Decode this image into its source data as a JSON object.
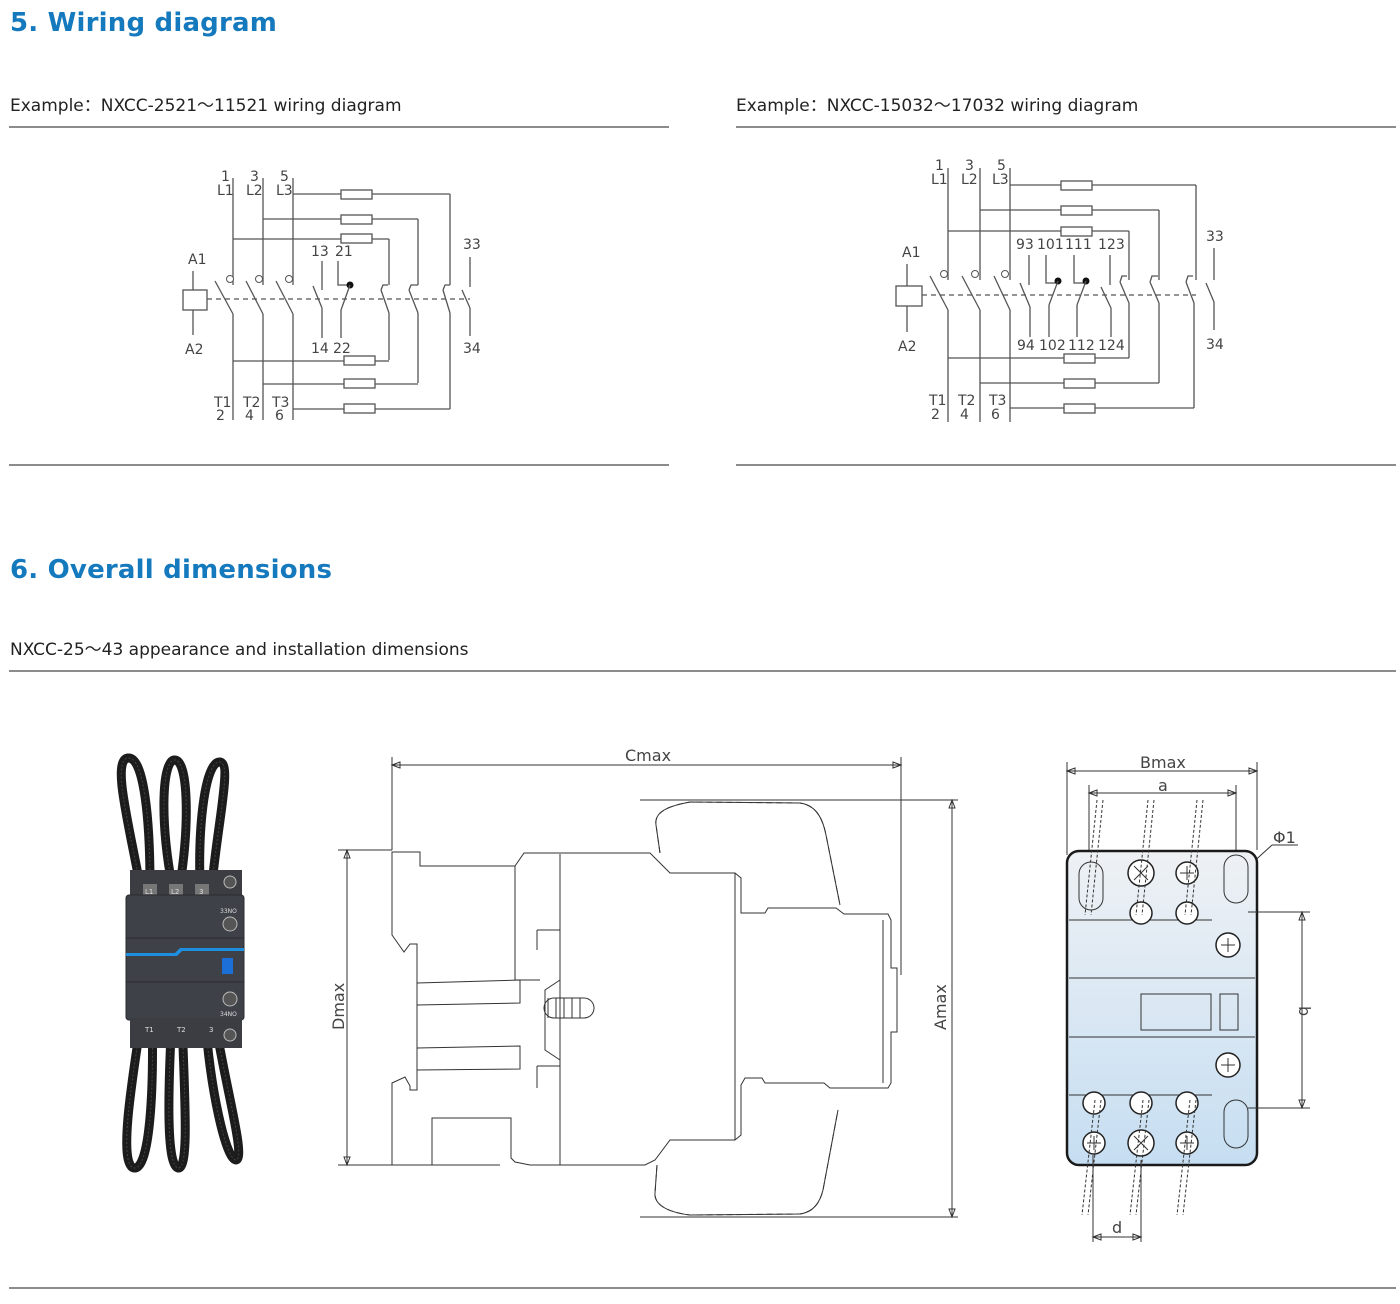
{
  "sections": [
    {
      "title": "5. Wiring diagram",
      "examples": [
        {
          "caption": "Example：NXCC-2521～11521 wiring diagram",
          "diagram": {
            "coil_top": "A1",
            "coil_bottom": "A2",
            "line_terminals": [
              {
                "num": "1",
                "label": "L1"
              },
              {
                "num": "3",
                "label": "L2"
              },
              {
                "num": "5",
                "label": "L3"
              }
            ],
            "load_terminals": [
              {
                "num": "2",
                "label": "T1"
              },
              {
                "num": "4",
                "label": "T2"
              },
              {
                "num": "6",
                "label": "T3"
              }
            ],
            "aux_top": [
              "13",
              "21"
            ],
            "aux_bottom": [
              "14",
              "22"
            ],
            "aux_right_top": "33",
            "aux_right_bottom": "34"
          }
        },
        {
          "caption": "Example：NXCC-15032～17032 wiring diagram",
          "diagram": {
            "coil_top": "A1",
            "coil_bottom": "A2",
            "line_terminals": [
              {
                "num": "1",
                "label": "L1"
              },
              {
                "num": "3",
                "label": "L2"
              },
              {
                "num": "5",
                "label": "L3"
              }
            ],
            "load_terminals": [
              {
                "num": "2",
                "label": "T1"
              },
              {
                "num": "4",
                "label": "T2"
              },
              {
                "num": "6",
                "label": "T3"
              }
            ],
            "aux_top": [
              "93",
              "101",
              "111",
              "123"
            ],
            "aux_bottom": [
              "94",
              "102",
              "112",
              "124"
            ],
            "aux_right_top": "33",
            "aux_right_bottom": "34"
          }
        }
      ]
    },
    {
      "title": "6. Overall dimensions",
      "caption": "NXCC-25～43 appearance and installation dimensions",
      "product_photo": {
        "labels": [
          "L1",
          "L2",
          "3",
          "T1",
          "T2",
          "3",
          "33NO",
          "34NO"
        ]
      },
      "side_view": {
        "width_label": "Cmax",
        "depth_label": "Dmax",
        "height_label": "Amax"
      },
      "front_view": {
        "width_label": "Bmax",
        "mount_width_label": "a",
        "hole_label": "Φ1",
        "mount_height_label": "b",
        "pitch_label": "d"
      }
    }
  ],
  "colors": {
    "heading": "#1479bd",
    "rule": "#8c8c8c",
    "accent_stripe": "#1e8fe0"
  }
}
